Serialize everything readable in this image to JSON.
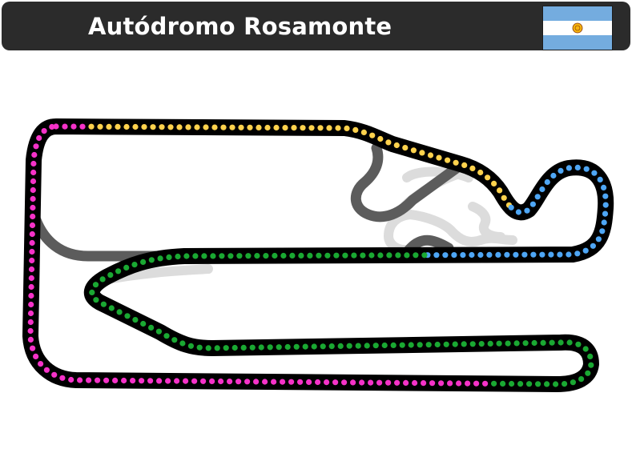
{
  "header": {
    "title": "Autódromo Rosamonte",
    "flag_icon": "argentina-flag-icon"
  },
  "map": {
    "background_color": "#ffffff",
    "track_outline_color": "#000000",
    "alternate_layout_color": "#5c5c5c",
    "unused_layout_color": "#dcdcdc",
    "sectors": [
      {
        "id": "sector-1",
        "color": "#f532c8"
      },
      {
        "id": "sector-2",
        "color": "#ffd24d"
      },
      {
        "id": "sector-3",
        "color": "#4ea6f5"
      },
      {
        "id": "sector-4",
        "color": "#1aa832"
      }
    ]
  }
}
